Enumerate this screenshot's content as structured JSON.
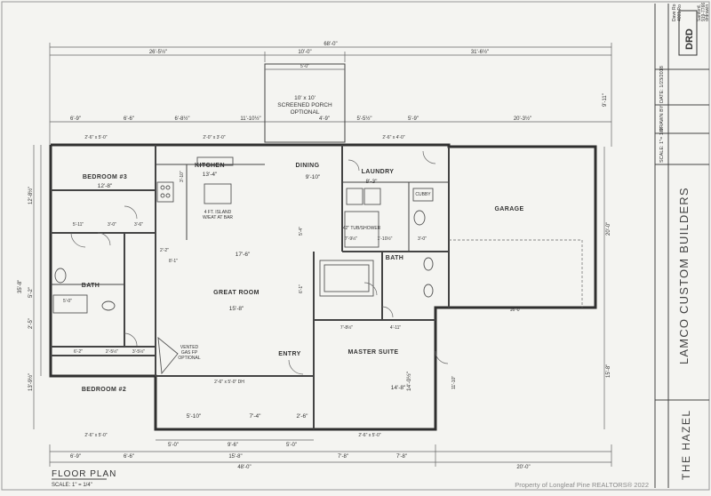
{
  "plan_title": "FLOOR PLAN",
  "scale_note": "SCALE: 1\" = 1/4\"",
  "rooms": {
    "porch": {
      "size": "10' x 10'",
      "name": "SCREENED PORCH",
      "note": "OPTIONAL"
    },
    "bedroom3": {
      "name": "BEDROOM #3",
      "dim": "12'-8\""
    },
    "kitchen": {
      "name": "KITCHEN",
      "dim": "13'-4\""
    },
    "island": {
      "note1": "4 FT. ISLAND",
      "note2": "W/EAT AT BAR"
    },
    "dining": {
      "name": "DINING",
      "dim": "9'-10\""
    },
    "laundry": {
      "name": "LAUNDRY",
      "dim": "8'-3\""
    },
    "garage": {
      "name": "GARAGE"
    },
    "great_room": {
      "name": "GREAT ROOM",
      "dim1": "17'-6\"",
      "dim2": "15'-8\""
    },
    "bath1": {
      "name": "BATH"
    },
    "bath2": {
      "name": "BATH"
    },
    "vented": {
      "note1": "VENTED",
      "note2": "GAS FP",
      "note3": "OPTIONAL"
    },
    "entry": {
      "name": "ENTRY"
    },
    "master": {
      "name": "MASTER SUITE",
      "dim": "14'-8\""
    },
    "bedroom2": {
      "name": "BEDROOM #2"
    },
    "tub": {
      "label": "42\" TUB/SHOWER"
    },
    "cubby": {
      "label": "CUBBY"
    }
  },
  "dims_top": {
    "overall": "68'-0\"",
    "a": "26'-5½\"",
    "b": "10'-0\"",
    "c": "31'-6½\"",
    "porch_inner": "5'-0\"",
    "row2": [
      "6'-9\"",
      "6'-6\"",
      "6'-8½\"",
      "11'-10½\"",
      "4'-9\"",
      "5'-5½\"",
      "5'-9\"",
      "20'-3½\""
    ],
    "right_small": "9'-11\""
  },
  "dims_bottom": {
    "row1": [
      "5'-0\"",
      "9'-6\"",
      "5'-0\""
    ],
    "row2": [
      "6'-9\"",
      "6'-6\"",
      "15'-8\"",
      "7'-8\"",
      "7'-8\""
    ],
    "overall_left": "48'-0\"",
    "overall_right": "20'-0\""
  },
  "dims_left": [
    "12'-8½\"",
    "35'-8\"",
    "5'-2\"",
    "2'-5\"",
    "13'-9½\""
  ],
  "dims_right": [
    "20'-0\"",
    "15'-8\""
  ],
  "interior_dims": [
    "3'-10\"",
    "5'-11\"",
    "3'-0\"",
    "3'-6\"",
    "2'-2\"",
    "5'-0\"",
    "6'-2\"",
    "2'-5½\"",
    "3'-5½\"",
    "5'-10\"",
    "7'-4\"",
    "2'-6\"",
    "7'-8½\"",
    "4'-11\"",
    "14'-0½\"",
    "3'-0\"",
    "8'-1\"",
    "5'-4\"",
    "6'-1\"",
    "7'-9½\"",
    "1'-10½\"",
    "11'-10\"",
    "16'-0\""
  ],
  "window_labels": [
    "2'-6\" x 5'-0\"",
    "2'-0\" x 3'-0\"",
    "2'-6\" x 4'-0\"",
    "2'-6\" x 5'-0\" DH"
  ],
  "title_block": {
    "company": "LAMCO CUSTOM BUILDERS",
    "plan_name": "THE HAZEL",
    "scale": "SCALE: 1\"= 1/4\"",
    "drawn_by": "DRAWN BY:",
    "date": "DATE: 1/23/2018",
    "logo": "DRD",
    "addr_lines": [
      "Dave Ro",
      "4001 Ro",
      "Sanford,",
      "919-7766",
      "drdrawin"
    ]
  },
  "watermark": "Property of Longleaf Pine REALTORS® 2022"
}
